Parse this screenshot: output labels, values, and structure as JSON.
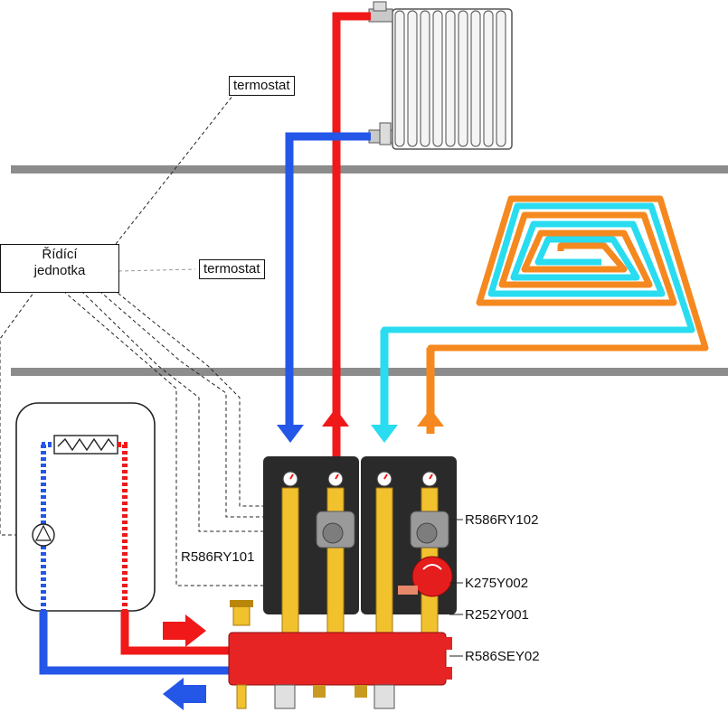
{
  "labels": {
    "thermostat_top": "termostat",
    "thermostat_mid": "termostat",
    "control_unit_line1": "Řídící",
    "control_unit_line2": "jednotka",
    "module_left": "R586RY101",
    "module_right": "R586RY102",
    "mixing_valve": "K275Y002",
    "valve_fitting": "R252Y001",
    "separator": "R586SEY02"
  },
  "colors": {
    "supply_red": "#f01818",
    "return_blue": "#2456e8",
    "floor_supply_orange": "#f5891f",
    "floor_return_cyan": "#29dcf0",
    "floor_slab": "#8c8c8c",
    "brass": "#f2c12e",
    "pump_grey": "#9a9a9a",
    "insulation_black": "#2a2a2a"
  }
}
